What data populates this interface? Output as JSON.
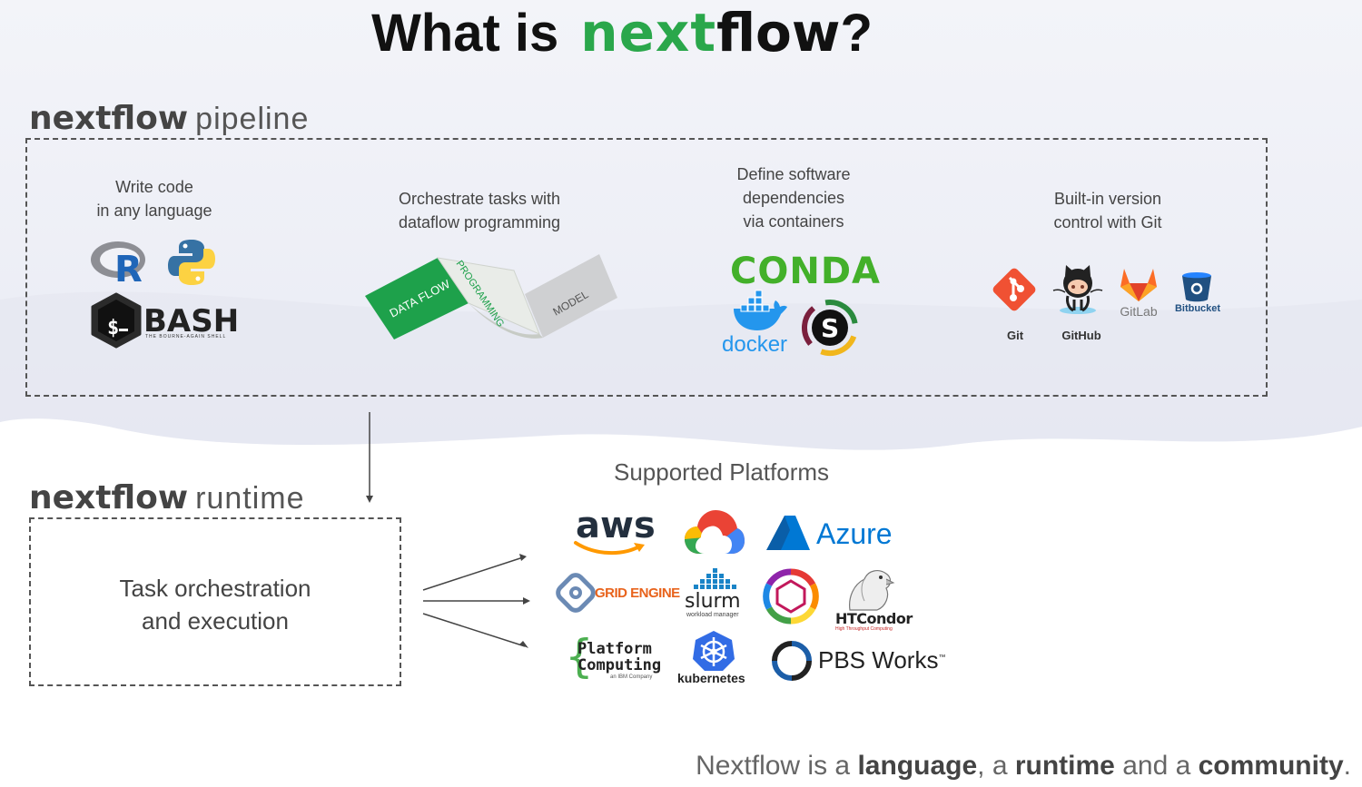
{
  "title": {
    "prefix": "What is",
    "brand_next": "next",
    "brand_flow": "flow",
    "suffix": "?"
  },
  "pipeline": {
    "brand": "nextflow",
    "label": "pipeline",
    "sections": [
      {
        "caption_l1": "Write code",
        "caption_l2": "in any language"
      },
      {
        "caption_l1": "Orchestrate tasks with",
        "caption_l2": "dataflow programming"
      },
      {
        "caption_l1": "Define software",
        "caption_l2": "dependencies",
        "caption_l3": "via containers"
      },
      {
        "caption_l1": "Built-in version",
        "caption_l2": "control with Git"
      }
    ],
    "languages": {
      "r": "R",
      "bash": "BASH",
      "bash_sub": "THE BOURNE-AGAIN SHELL"
    },
    "dataflow": {
      "a": "DATA FLOW",
      "b": "PROGRAMMING",
      "c": "MODEL"
    },
    "containers": {
      "conda": "CONDA",
      "docker": "docker",
      "singularity": "S"
    },
    "git": {
      "git": "Git",
      "github": "GitHub",
      "gitlab": "GitLab",
      "bitbucket": "Bitbucket"
    }
  },
  "runtime": {
    "brand": "nextflow",
    "label": "runtime",
    "line1": "Task orchestration",
    "line2": "and execution"
  },
  "platforms": {
    "title": "Supported Platforms",
    "aws": "aws",
    "azure": "Azure",
    "grid_engine": "GRID ENGINE",
    "slurm": "slurm",
    "slurm_sub": "workload manager",
    "htcondor": "HTCondor",
    "htcondor_sub": "High Throughput Computing",
    "platform_l1": "Platform",
    "platform_l2": "Computing",
    "platform_sub": "an IBM Company",
    "kubernetes": "kubernetes",
    "pbs": "PBS Works",
    "pbs_tm": "™"
  },
  "footer": {
    "p1": "Nextflow is a ",
    "b1": "language",
    "p2": ", a ",
    "b2": "runtime",
    "p3": " and a ",
    "b3": "community",
    "p4": "."
  },
  "colors": {
    "brand_green": "#2aa74b",
    "conda_green": "#43b02a",
    "docker_blue": "#2496ed",
    "git_orange": "#f05133",
    "gitlab_orange": "#fc6d26",
    "bitbucket_blue": "#2684ff",
    "azure_blue": "#0078d4",
    "k8s_blue": "#326ce5"
  }
}
